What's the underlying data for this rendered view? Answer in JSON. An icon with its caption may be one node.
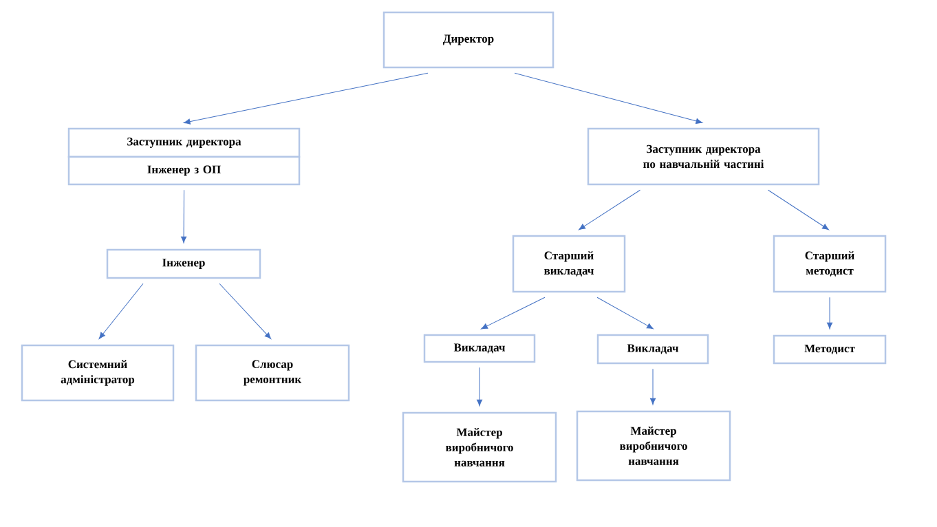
{
  "diagram": {
    "nodes": [
      {
        "text": [
          "Директор"
        ]
      },
      {
        "text": [
          "Заступник директора"
        ]
      },
      {
        "text": [
          "Інженер з ОП"
        ]
      },
      {
        "text": [
          "Заступник директора по навчальній частині"
        ]
      },
      {
        "text": [
          "Інженер"
        ]
      },
      {
        "text": [
          "Системний адміністратор"
        ]
      },
      {
        "text": [
          "Слюсар ремонтник"
        ]
      },
      {
        "text": [
          "Старший викладач"
        ]
      },
      {
        "text": [
          "Старший методист"
        ]
      },
      {
        "text": [
          "Викладач"
        ]
      },
      {
        "text": [
          "Викладач"
        ]
      },
      {
        "text": [
          "Методист"
        ]
      },
      {
        "text": [
          "Майстер виробничого навчання"
        ]
      },
      {
        "text": [
          "Майстер виробничого навчання"
        ]
      }
    ],
    "edges": [
      {
        "from": 0,
        "to": 1,
        "arrow": "to"
      },
      {
        "from": 0,
        "to": 3,
        "arrow": "to"
      },
      {
        "from": 2,
        "to": 4,
        "arrow": "to"
      },
      {
        "from": 3,
        "to": 7,
        "arrow": "to"
      },
      {
        "from": 3,
        "to": 8,
        "arrow": "to"
      },
      {
        "from": 4,
        "to": 5,
        "arrow": "to"
      },
      {
        "from": 4,
        "to": 6,
        "arrow": "to"
      },
      {
        "from": 7,
        "to": 9,
        "arrow": "to"
      },
      {
        "from": 7,
        "to": 10,
        "arrow": "to"
      },
      {
        "from": 8,
        "to": 11,
        "arrow": "to"
      },
      {
        "from": 9,
        "to": 12,
        "arrow": "to"
      },
      {
        "from": 10,
        "to": 13,
        "arrow": "to"
      }
    ]
  }
}
